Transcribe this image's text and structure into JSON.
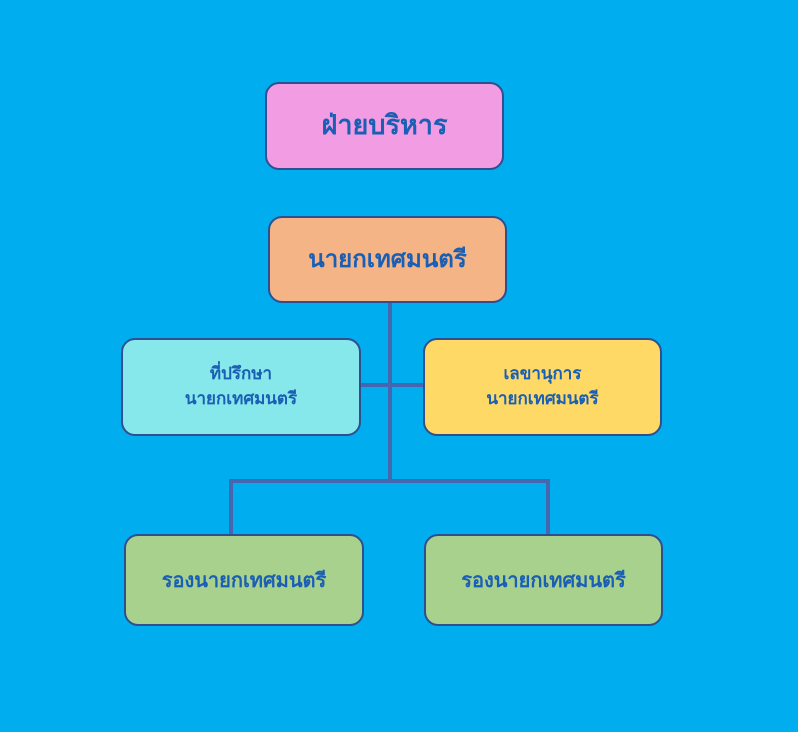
{
  "diagram": {
    "executive": {
      "label": "ฝ่ายบริหาร",
      "fill": "#f29de3"
    },
    "mayor": {
      "label": "นายกเทศมนตรี",
      "fill": "#f4b486"
    },
    "advisor": {
      "line1": "ที่ปรึกษา",
      "line2": "นายกเทศมนตรี",
      "fill": "#86e8ea"
    },
    "secretary": {
      "line1": "เลขานุการ",
      "line2": "นายกเทศมนตรี",
      "fill": "#fed966"
    },
    "deputies": [
      {
        "label": "รองนายกเทศมนตรี",
        "fill": "#a9d18e"
      },
      {
        "label": "รองนายกเทศมนตรี",
        "fill": "#a9d18e"
      }
    ],
    "colors": {
      "background": "#00adef",
      "connector": "#4667b0",
      "border": "#2f4f8f",
      "text": "#1a5fb4"
    },
    "edges": [
      {
        "from": "mayor",
        "to": "advisor"
      },
      {
        "from": "mayor",
        "to": "secretary"
      },
      {
        "from": "mayor",
        "to": "deputies.0"
      },
      {
        "from": "mayor",
        "to": "deputies.1"
      }
    ]
  }
}
